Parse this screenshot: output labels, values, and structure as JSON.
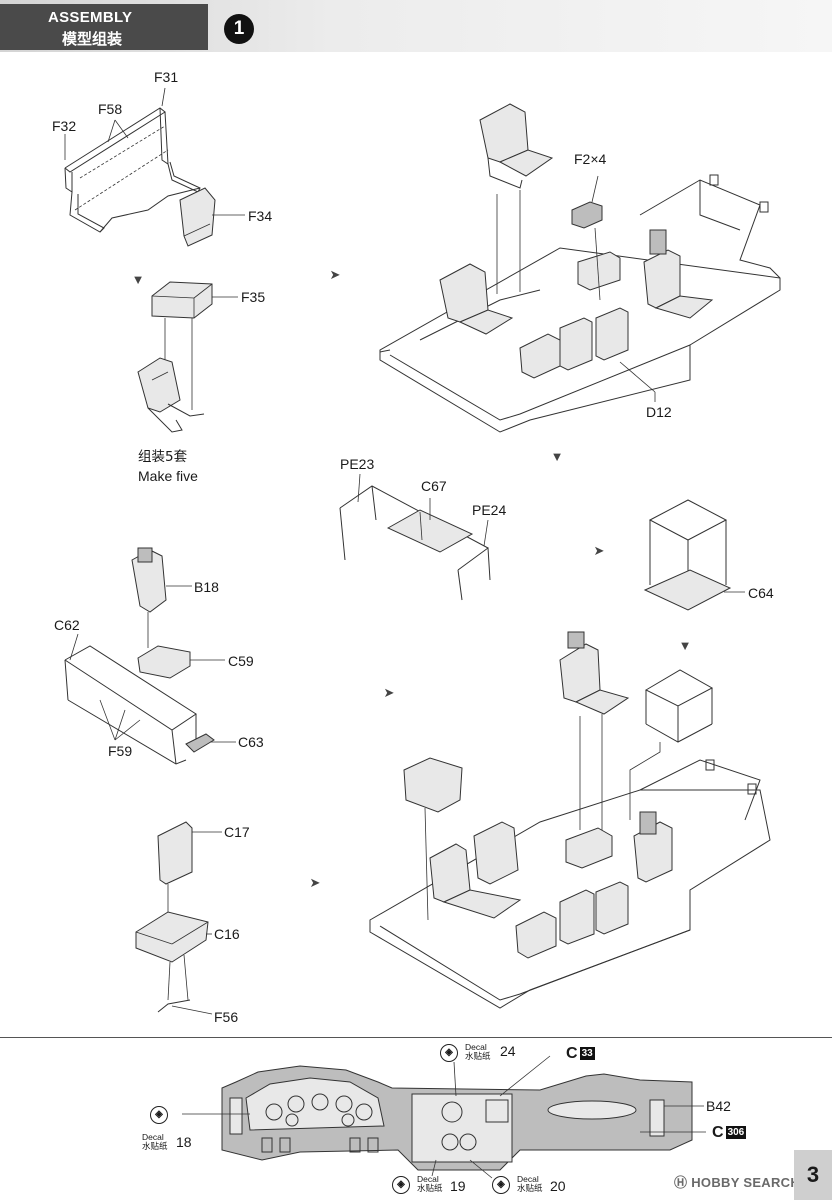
{
  "header": {
    "title_en": "ASSEMBLY",
    "title_cn": "模型组装",
    "step": "1"
  },
  "parts": {
    "f31": "F31",
    "f58": "F58",
    "f32": "F32",
    "f34": "F34",
    "f35": "F35",
    "f2": "F2×4",
    "d12": "D12",
    "pe23": "PE23",
    "c67": "C67",
    "pe24": "PE24",
    "c64": "C64",
    "b18": "B18",
    "c62": "C62",
    "c59": "C59",
    "f59": "F59",
    "c63": "C63",
    "c17": "C17",
    "c16": "C16",
    "f56": "F56"
  },
  "note": {
    "cn": "组装5套",
    "en": "Make five"
  },
  "bottom": {
    "decal_en": "Decal",
    "decal_cn": "水贴纸",
    "decals": [
      "24",
      "18",
      "19",
      "20"
    ],
    "c_letter": "C",
    "c_box_1": "33",
    "c_box_2": "306",
    "b42": "B42"
  },
  "footer": {
    "brand": "HOBBY SEARCH",
    "page": "3"
  }
}
